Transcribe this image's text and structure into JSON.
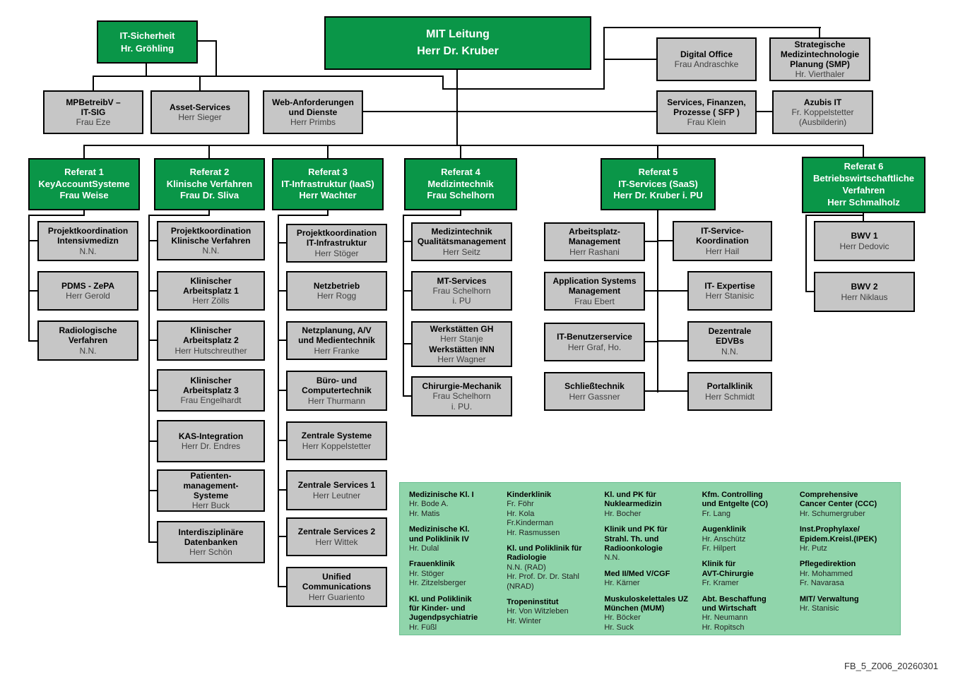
{
  "colors": {
    "box_green": "#0a9648",
    "box_gray": "#c6c6c6",
    "panel_green": "#90d5ab",
    "line": "#000000"
  },
  "boxes": {
    "it_sicherheit": {
      "type": "green",
      "lines": [
        {
          "text": "IT-Sicherheit",
          "bold": true
        },
        {
          "text": "Hr. Gröhling",
          "bold": true
        }
      ]
    },
    "mit_leitung": {
      "type": "green",
      "lines": [
        {
          "text": "MIT Leitung",
          "bold": true
        },
        {
          "text": "Herr Dr. Kruber",
          "bold": true
        }
      ]
    },
    "mpbetreibv": {
      "type": "gray",
      "lines": [
        {
          "text": "MPBetreibV –",
          "bold": true
        },
        {
          "text": "IT-SIG",
          "bold": true
        },
        {
          "text": "Frau Eze",
          "bold": false
        }
      ]
    },
    "asset_services": {
      "type": "gray",
      "lines": [
        {
          "text": "Asset-Services",
          "bold": true
        },
        {
          "text": "Herr Sieger",
          "bold": false
        }
      ]
    },
    "web_anforderungen": {
      "type": "gray",
      "lines": [
        {
          "text": "Web-Anforderungen",
          "bold": true
        },
        {
          "text": "und Dienste",
          "bold": true
        },
        {
          "text": "Herr Primbs",
          "bold": false
        }
      ]
    },
    "digital_office": {
      "type": "gray",
      "lines": [
        {
          "text": "Digital Office",
          "bold": true
        },
        {
          "text": "Frau Andraschke",
          "bold": false
        }
      ]
    },
    "smp": {
      "type": "gray",
      "lines": [
        {
          "text": "Strategische",
          "bold": true
        },
        {
          "text": "Medizintechnologie",
          "bold": true
        },
        {
          "text": "Planung (SMP)",
          "bold": true
        },
        {
          "text": "Hr. Vierthaler",
          "bold": false
        }
      ]
    },
    "sfp": {
      "type": "gray",
      "lines": [
        {
          "text": "Services, Finanzen,",
          "bold": true
        },
        {
          "text": "Prozesse ( SFP )",
          "bold": true
        },
        {
          "text": "Frau Klein",
          "bold": false
        }
      ]
    },
    "azubis_it": {
      "type": "gray",
      "lines": [
        {
          "text": "Azubis IT",
          "bold": true
        },
        {
          "text": "Fr. Koppelstetter",
          "bold": false
        },
        {
          "text": "(Ausbilderin)",
          "bold": false
        }
      ]
    },
    "referat1": {
      "type": "green",
      "lines": [
        {
          "text": "Referat 1",
          "bold": true
        },
        {
          "text": "KeyAccountSysteme",
          "bold": true
        },
        {
          "text": "Frau Weise",
          "bold": true
        }
      ]
    },
    "referat2": {
      "type": "green",
      "lines": [
        {
          "text": "Referat 2",
          "bold": true
        },
        {
          "text": "Klinische Verfahren",
          "bold": true
        },
        {
          "text": "Frau Dr. Sliva",
          "bold": true
        }
      ]
    },
    "referat3": {
      "type": "green",
      "lines": [
        {
          "text": "Referat 3",
          "bold": true
        },
        {
          "text": "IT-Infrastruktur (IaaS)",
          "bold": true
        },
        {
          "text": "Herr Wachter",
          "bold": true
        }
      ]
    },
    "referat4": {
      "type": "green",
      "lines": [
        {
          "text": "Referat 4",
          "bold": true
        },
        {
          "text": "Medizintechnik",
          "bold": true
        },
        {
          "text": "Frau Schelhorn",
          "bold": true
        }
      ]
    },
    "referat5": {
      "type": "green",
      "lines": [
        {
          "text": "Referat 5",
          "bold": true
        },
        {
          "text": "IT-Services (SaaS)",
          "bold": true
        },
        {
          "text": "Herr Dr. Kruber i. PU",
          "bold": true
        }
      ]
    },
    "referat6": {
      "type": "green",
      "lines": [
        {
          "text": "Referat 6",
          "bold": true
        },
        {
          "text": "Betriebswirtschaftliche",
          "bold": true
        },
        {
          "text": "Verfahren",
          "bold": true
        },
        {
          "text": "Herr Schmalholz",
          "bold": true
        }
      ]
    },
    "proj_intensiv": {
      "type": "gray",
      "lines": [
        {
          "text": "Projektkoordination",
          "bold": true
        },
        {
          "text": "Intensivmedizn",
          "bold": true
        },
        {
          "text": "N.N.",
          "bold": false
        }
      ]
    },
    "pdms_zepa": {
      "type": "gray",
      "lines": [
        {
          "text": "PDMS - ZePA",
          "bold": true
        },
        {
          "text": "Herr Gerold",
          "bold": false
        }
      ]
    },
    "radiologische": {
      "type": "gray",
      "lines": [
        {
          "text": "Radiologische",
          "bold": true
        },
        {
          "text": "Verfahren",
          "bold": true
        },
        {
          "text": "N.N.",
          "bold": false
        }
      ]
    },
    "proj_klinische": {
      "type": "gray",
      "lines": [
        {
          "text": "Projektkoordination",
          "bold": true
        },
        {
          "text": "Klinische Verfahren",
          "bold": true
        },
        {
          "text": "N.N.",
          "bold": false
        }
      ]
    },
    "klin_ap1": {
      "type": "gray",
      "lines": [
        {
          "text": "Klinischer",
          "bold": true
        },
        {
          "text": "Arbeitsplatz 1",
          "bold": true
        },
        {
          "text": "Herr Zölls",
          "bold": false
        }
      ]
    },
    "klin_ap2": {
      "type": "gray",
      "lines": [
        {
          "text": "Klinischer",
          "bold": true
        },
        {
          "text": "Arbeitsplatz 2",
          "bold": true
        },
        {
          "text": "Herr Hutschreuther",
          "bold": false
        }
      ]
    },
    "klin_ap3": {
      "type": "gray",
      "lines": [
        {
          "text": "Klinischer",
          "bold": true
        },
        {
          "text": "Arbeitsplatz 3",
          "bold": true
        },
        {
          "text": "Frau Engelhardt",
          "bold": false
        }
      ]
    },
    "kas_integration": {
      "type": "gray",
      "lines": [
        {
          "text": "KAS-Integration",
          "bold": true
        },
        {
          "text": "Herr Dr. Endres",
          "bold": false
        }
      ]
    },
    "patienten_mgmt": {
      "type": "gray",
      "lines": [
        {
          "text": "Patienten-",
          "bold": true
        },
        {
          "text": "management-",
          "bold": true
        },
        {
          "text": "Systeme",
          "bold": true
        },
        {
          "text": "Herr Buck",
          "bold": false
        }
      ]
    },
    "interdisz_db": {
      "type": "gray",
      "lines": [
        {
          "text": "Interdisziplinäre",
          "bold": true
        },
        {
          "text": "Datenbanken",
          "bold": true
        },
        {
          "text": "Herr Schön",
          "bold": false
        }
      ]
    },
    "proj_it_infra": {
      "type": "gray",
      "lines": [
        {
          "text": "Projektkoordination",
          "bold": true
        },
        {
          "text": "IT-Infrastruktur",
          "bold": true
        },
        {
          "text": "Herr Stöger",
          "bold": false
        }
      ]
    },
    "netzbetrieb": {
      "type": "gray",
      "lines": [
        {
          "text": "Netzbetrieb",
          "bold": true
        },
        {
          "text": "Herr Rogg",
          "bold": false
        }
      ]
    },
    "netzplanung": {
      "type": "gray",
      "lines": [
        {
          "text": "Netzplanung, A/V",
          "bold": true
        },
        {
          "text": "und Medientechnik",
          "bold": true
        },
        {
          "text": "Herr Franke",
          "bold": false
        }
      ]
    },
    "buero_computer": {
      "type": "gray",
      "lines": [
        {
          "text": "Büro- und",
          "bold": true
        },
        {
          "text": "Computertechnik",
          "bold": true
        },
        {
          "text": "Herr Thurmann",
          "bold": false
        }
      ]
    },
    "zentrale_systeme": {
      "type": "gray",
      "lines": [
        {
          "text": "Zentrale Systeme",
          "bold": true
        },
        {
          "text": "Herr Koppelstetter",
          "bold": false
        }
      ]
    },
    "zentrale_services1": {
      "type": "gray",
      "lines": [
        {
          "text": "Zentrale Services 1",
          "bold": true
        },
        {
          "text": "Herr Leutner",
          "bold": false
        }
      ]
    },
    "zentrale_services2": {
      "type": "gray",
      "lines": [
        {
          "text": "Zentrale Services 2",
          "bold": true
        },
        {
          "text": "Herr Wittek",
          "bold": false
        }
      ]
    },
    "unified_comm": {
      "type": "gray",
      "lines": [
        {
          "text": "Unified",
          "bold": true
        },
        {
          "text": "Communications",
          "bold": true
        },
        {
          "text": "Herr Guariento",
          "bold": false
        }
      ]
    },
    "mt_qualitaet": {
      "type": "gray",
      "lines": [
        {
          "text": "Medizintechnik",
          "bold": true
        },
        {
          "text": "Qualitätsmanagement",
          "bold": true
        },
        {
          "text": "Herr Seitz",
          "bold": false
        }
      ]
    },
    "mt_services": {
      "type": "gray",
      "lines": [
        {
          "text": "MT-Services",
          "bold": true
        },
        {
          "text": "Frau Schelhorn",
          "bold": false
        },
        {
          "text": "i. PU",
          "bold": false
        }
      ]
    },
    "werkstaetten": {
      "type": "gray",
      "lines": [
        {
          "text": "Werkstätten GH",
          "bold": true
        },
        {
          "text": "Herr Stanje",
          "bold": false
        },
        {
          "text": "Werkstätten INN",
          "bold": true
        },
        {
          "text": "Herr Wagner",
          "bold": false
        }
      ]
    },
    "chirurgie_mechanik": {
      "type": "gray",
      "lines": [
        {
          "text": "Chirurgie-Mechanik",
          "bold": true
        },
        {
          "text": "Frau Schelhorn",
          "bold": false
        },
        {
          "text": "i. PU.",
          "bold": false
        }
      ]
    },
    "arbeitsplatz_mgmt": {
      "type": "gray",
      "lines": [
        {
          "text": "Arbeitsplatz-",
          "bold": true
        },
        {
          "text": "Management",
          "bold": true
        },
        {
          "text": "Herr Rashani",
          "bold": false
        }
      ]
    },
    "app_systems_mgmt": {
      "type": "gray",
      "lines": [
        {
          "text": "Application Systems",
          "bold": true
        },
        {
          "text": "Management",
          "bold": true
        },
        {
          "text": "Frau Ebert",
          "bold": false
        }
      ]
    },
    "it_benutzerservice": {
      "type": "gray",
      "lines": [
        {
          "text": "IT-Benutzerservice",
          "bold": true
        },
        {
          "text": "Herr Graf, Ho.",
          "bold": false
        }
      ]
    },
    "schliesstechnik": {
      "type": "gray",
      "lines": [
        {
          "text": "Schließtechnik",
          "bold": true
        },
        {
          "text": "Herr Gassner",
          "bold": false
        }
      ]
    },
    "it_service_koord": {
      "type": "gray",
      "lines": [
        {
          "text": "IT-Service-",
          "bold": true
        },
        {
          "text": "Koordination",
          "bold": true
        },
        {
          "text": "Herr Hail",
          "bold": false
        }
      ]
    },
    "it_expertise": {
      "type": "gray",
      "lines": [
        {
          "text": "IT- Expertise",
          "bold": true
        },
        {
          "text": "Herr Stanisic",
          "bold": false
        }
      ]
    },
    "dezentrale_edvbs": {
      "type": "gray",
      "lines": [
        {
          "text": "Dezentrale",
          "bold": true
        },
        {
          "text": "EDVBs",
          "bold": true
        },
        {
          "text": "N.N.",
          "bold": false
        }
      ]
    },
    "portalklinik": {
      "type": "gray",
      "lines": [
        {
          "text": "Portalklinik",
          "bold": true
        },
        {
          "text": "Herr Schmidt",
          "bold": false
        }
      ]
    },
    "bwv1": {
      "type": "gray",
      "lines": [
        {
          "text": "BWV 1",
          "bold": true
        },
        {
          "text": "Herr Dedovic",
          "bold": false
        }
      ]
    },
    "bwv2": {
      "type": "gray",
      "lines": [
        {
          "text": "BWV 2",
          "bold": true
        },
        {
          "text": "Herr Niklaus",
          "bold": false
        }
      ]
    }
  },
  "clinics_panel": {
    "columns": [
      [
        {
          "title": [
            "Medizinische Kl. I"
          ],
          "people": [
            "Hr. Bode A.",
            "Hr. Matis"
          ]
        },
        {
          "title": [
            "Medizinische Kl.",
            "und Poliklinik IV"
          ],
          "people": [
            "Hr. Dulal"
          ]
        },
        {
          "title": [
            "Frauenklinik"
          ],
          "people": [
            "Hr. Stöger",
            "Hr. Zitzelsberger"
          ]
        },
        {
          "title": [
            "Kl. und Poliklinik",
            "für Kinder- und",
            "Jugendpsychiatrie"
          ],
          "people": [
            "Hr. Füßl"
          ]
        }
      ],
      [
        {
          "title": [
            "Kinderklinik"
          ],
          "people": [
            "Fr. Föhr",
            "Hr. Kola",
            "Fr.Kinderman",
            "Hr. Rasmussen"
          ]
        },
        {
          "title": [
            "Kl. und Poliklinik für",
            "Radiologie"
          ],
          "people": [
            "N.N. (RAD)",
            "Hr. Prof. Dr. Dr. Stahl",
            "(NRAD)"
          ]
        },
        {
          "title": [
            "Tropeninstitut"
          ],
          "people": [
            "Hr. Von Witzleben",
            "Hr. Winter"
          ]
        }
      ],
      [
        {
          "title": [
            "Kl. und PK für",
            "Nuklearmedizin"
          ],
          "people": [
            "Hr. Bocher"
          ]
        },
        {
          "title": [
            "Klinik und PK für",
            "Strahl. Th. und",
            "Radioonkologie"
          ],
          "people": [
            "N.N."
          ]
        },
        {
          "title": [
            "Med II/Med V/CGF"
          ],
          "people": [
            "Hr. Kärner"
          ]
        },
        {
          "title": [
            "Muskuloskelettales UZ",
            "München (MUM)"
          ],
          "people": [
            "Hr. Böcker",
            "Hr. Suck"
          ]
        }
      ],
      [
        {
          "title": [
            "Kfm. Controlling",
            "und Entgelte (CO)"
          ],
          "people": [
            "Fr. Lang"
          ]
        },
        {
          "title": [
            "Augenklinik"
          ],
          "people": [
            "Hr. Anschütz",
            "Fr. Hilpert"
          ]
        },
        {
          "title": [
            "Klinik für",
            "AVT-Chirurgie"
          ],
          "people": [
            "Fr. Kramer"
          ]
        },
        {
          "title": [
            "Abt. Beschaffung",
            "und Wirtschaft"
          ],
          "people": [
            "Hr. Neumann",
            "Hr. Ropitsch"
          ]
        }
      ],
      [
        {
          "title": [
            "Comprehensive",
            "Cancer Center (CCC)"
          ],
          "people": [
            "Hr. Schumergruber"
          ]
        },
        {
          "title": [
            "Inst.Prophylaxe/",
            "Epidem.Kreisl.(IPEK)"
          ],
          "people": [
            "Hr. Putz"
          ]
        },
        {
          "title": [
            "Pflegedirektion"
          ],
          "people": [
            "Hr. Mohammed",
            "Fr. Navarasa"
          ]
        },
        {
          "title": [
            "MIT/ Verwaltung"
          ],
          "people": [
            "Hr. Stanisic"
          ]
        }
      ]
    ]
  },
  "footer": {
    "doc_id": "FB_5_Z006_20260301"
  }
}
